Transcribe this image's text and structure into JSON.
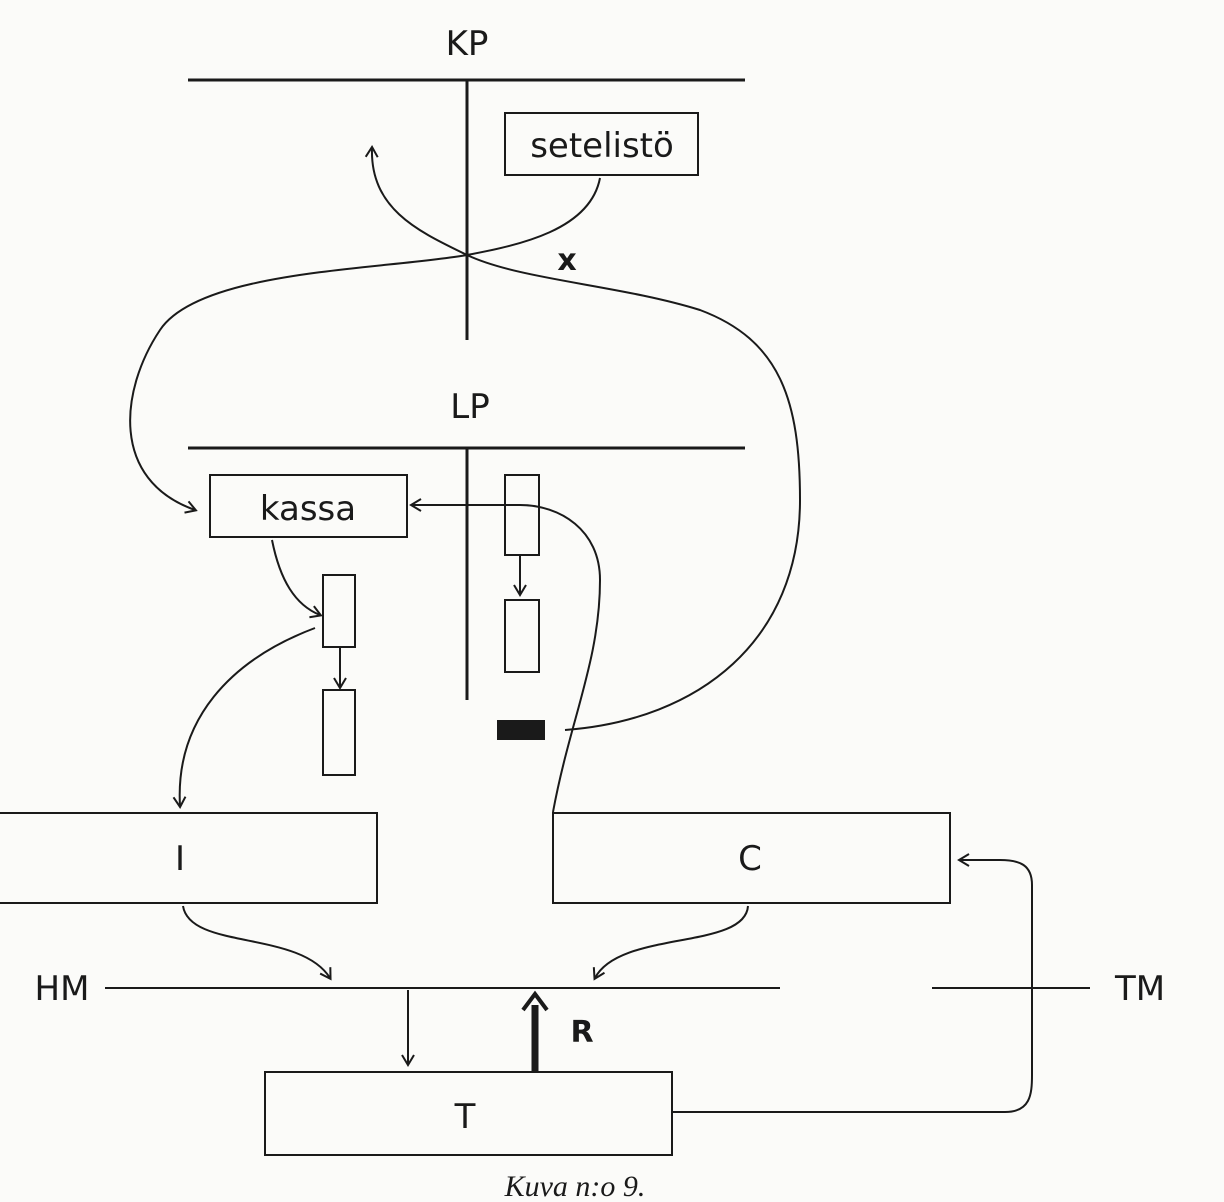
{
  "labels": {
    "kp": "KP",
    "lp": "LP",
    "setelisto": "setelistö",
    "kassa": "kassa",
    "x_mark": "x",
    "i": "I",
    "c": "C",
    "hm": "HM",
    "tm": "TM",
    "r": "R",
    "t": "T"
  },
  "caption": "Kuva n:o 9."
}
